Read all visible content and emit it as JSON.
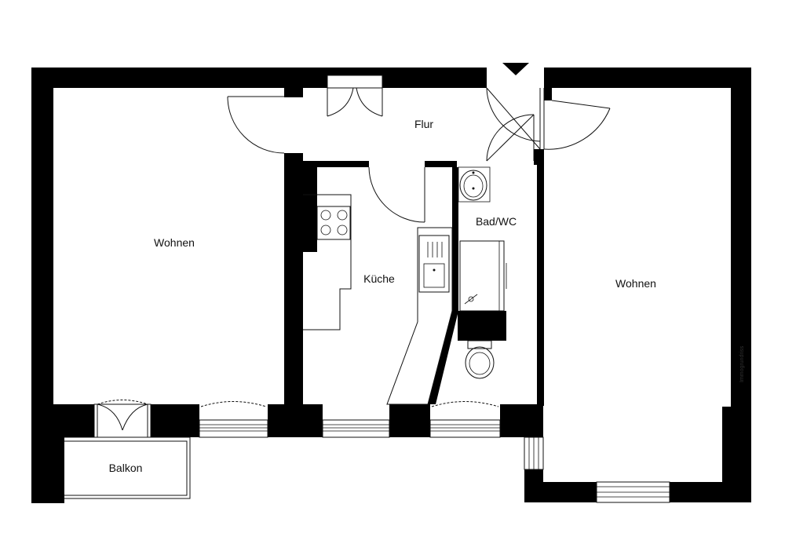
{
  "rooms": {
    "wohnen_left": "Wohnen",
    "flur": "Flur",
    "kueche": "Küche",
    "bad_wc": "Bad/WC",
    "wohnen_right": "Wohnen",
    "balkon": "Balkon"
  },
  "watermark": "Immogrundriss",
  "icons": {
    "entrance": "entrance-arrow-icon"
  },
  "colors": {
    "wall": "#000000",
    "background": "#ffffff",
    "line": "#111111"
  }
}
